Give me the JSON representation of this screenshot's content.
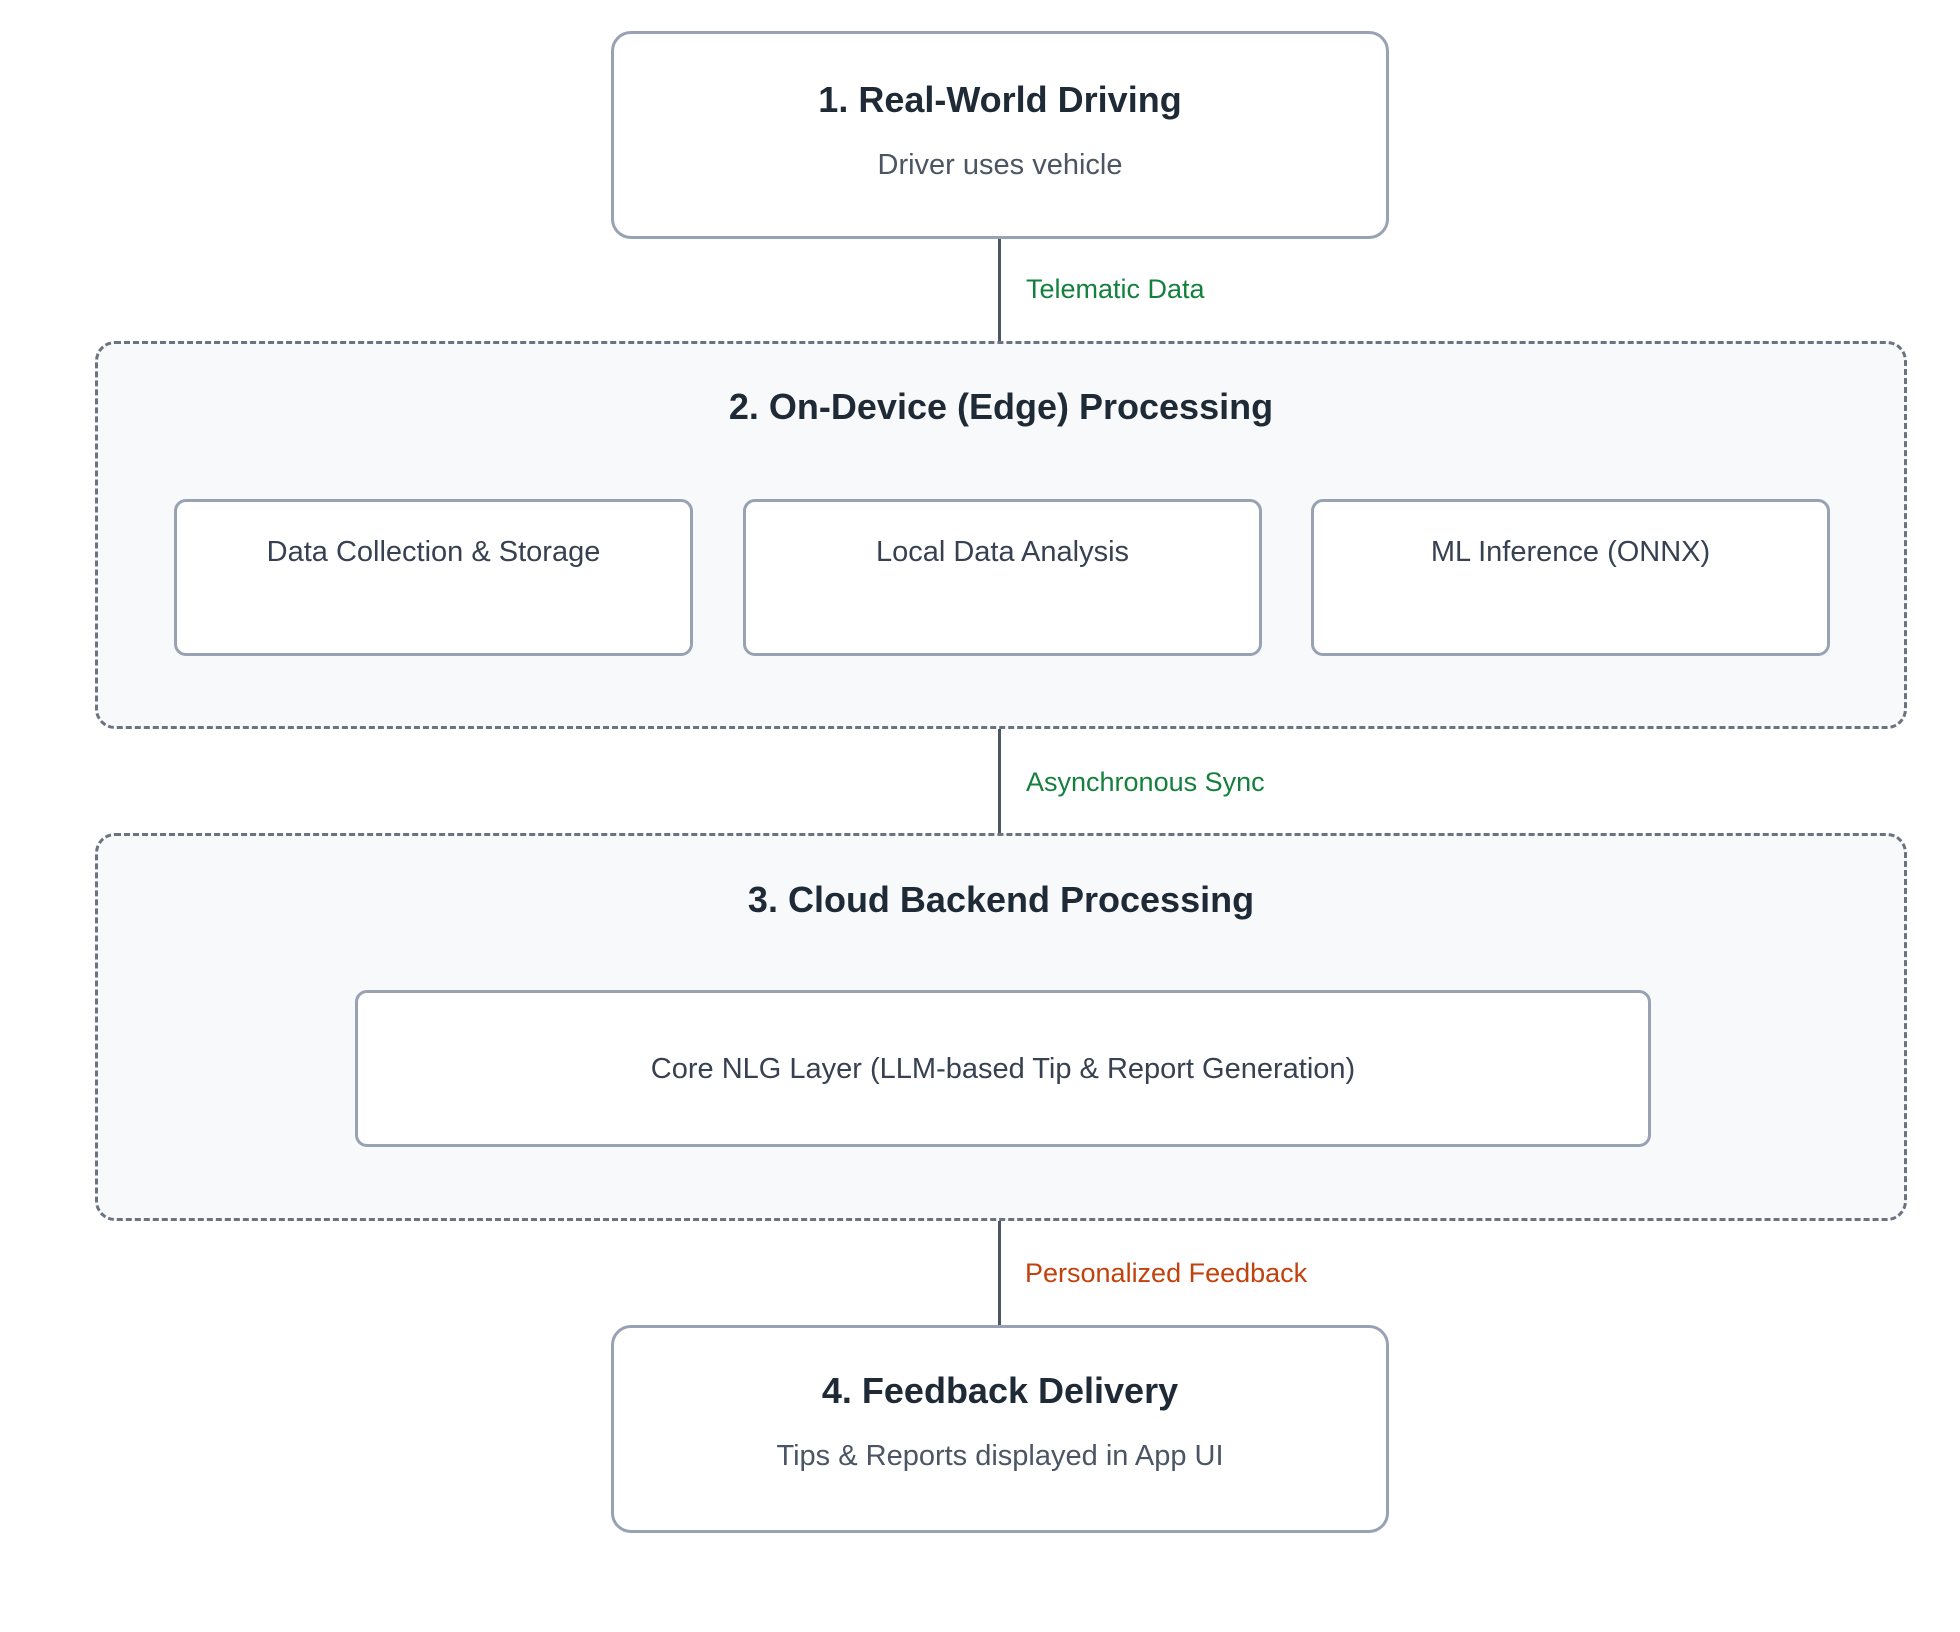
{
  "stages": {
    "driving": {
      "title": "1. Real-World Driving",
      "subtitle": "Driver uses vehicle"
    },
    "edge": {
      "title": "2. On-Device (Edge) Processing",
      "components": [
        "Data Collection & Storage",
        "Local Data Analysis",
        "ML Inference (ONNX)"
      ]
    },
    "cloud": {
      "title": "3. Cloud Backend Processing",
      "component": "Core NLG Layer (LLM-based Tip & Report Generation)"
    },
    "delivery": {
      "title": "4. Feedback Delivery",
      "subtitle": "Tips & Reports displayed in App UI"
    }
  },
  "edges": {
    "driving_to_edge": {
      "label": "Telematic Data",
      "color": "#15803d"
    },
    "edge_to_cloud": {
      "label": "Asynchronous Sync",
      "color": "#15803d"
    },
    "cloud_to_delivery": {
      "label": "Personalized Feedback",
      "color": "#c2410c"
    }
  }
}
